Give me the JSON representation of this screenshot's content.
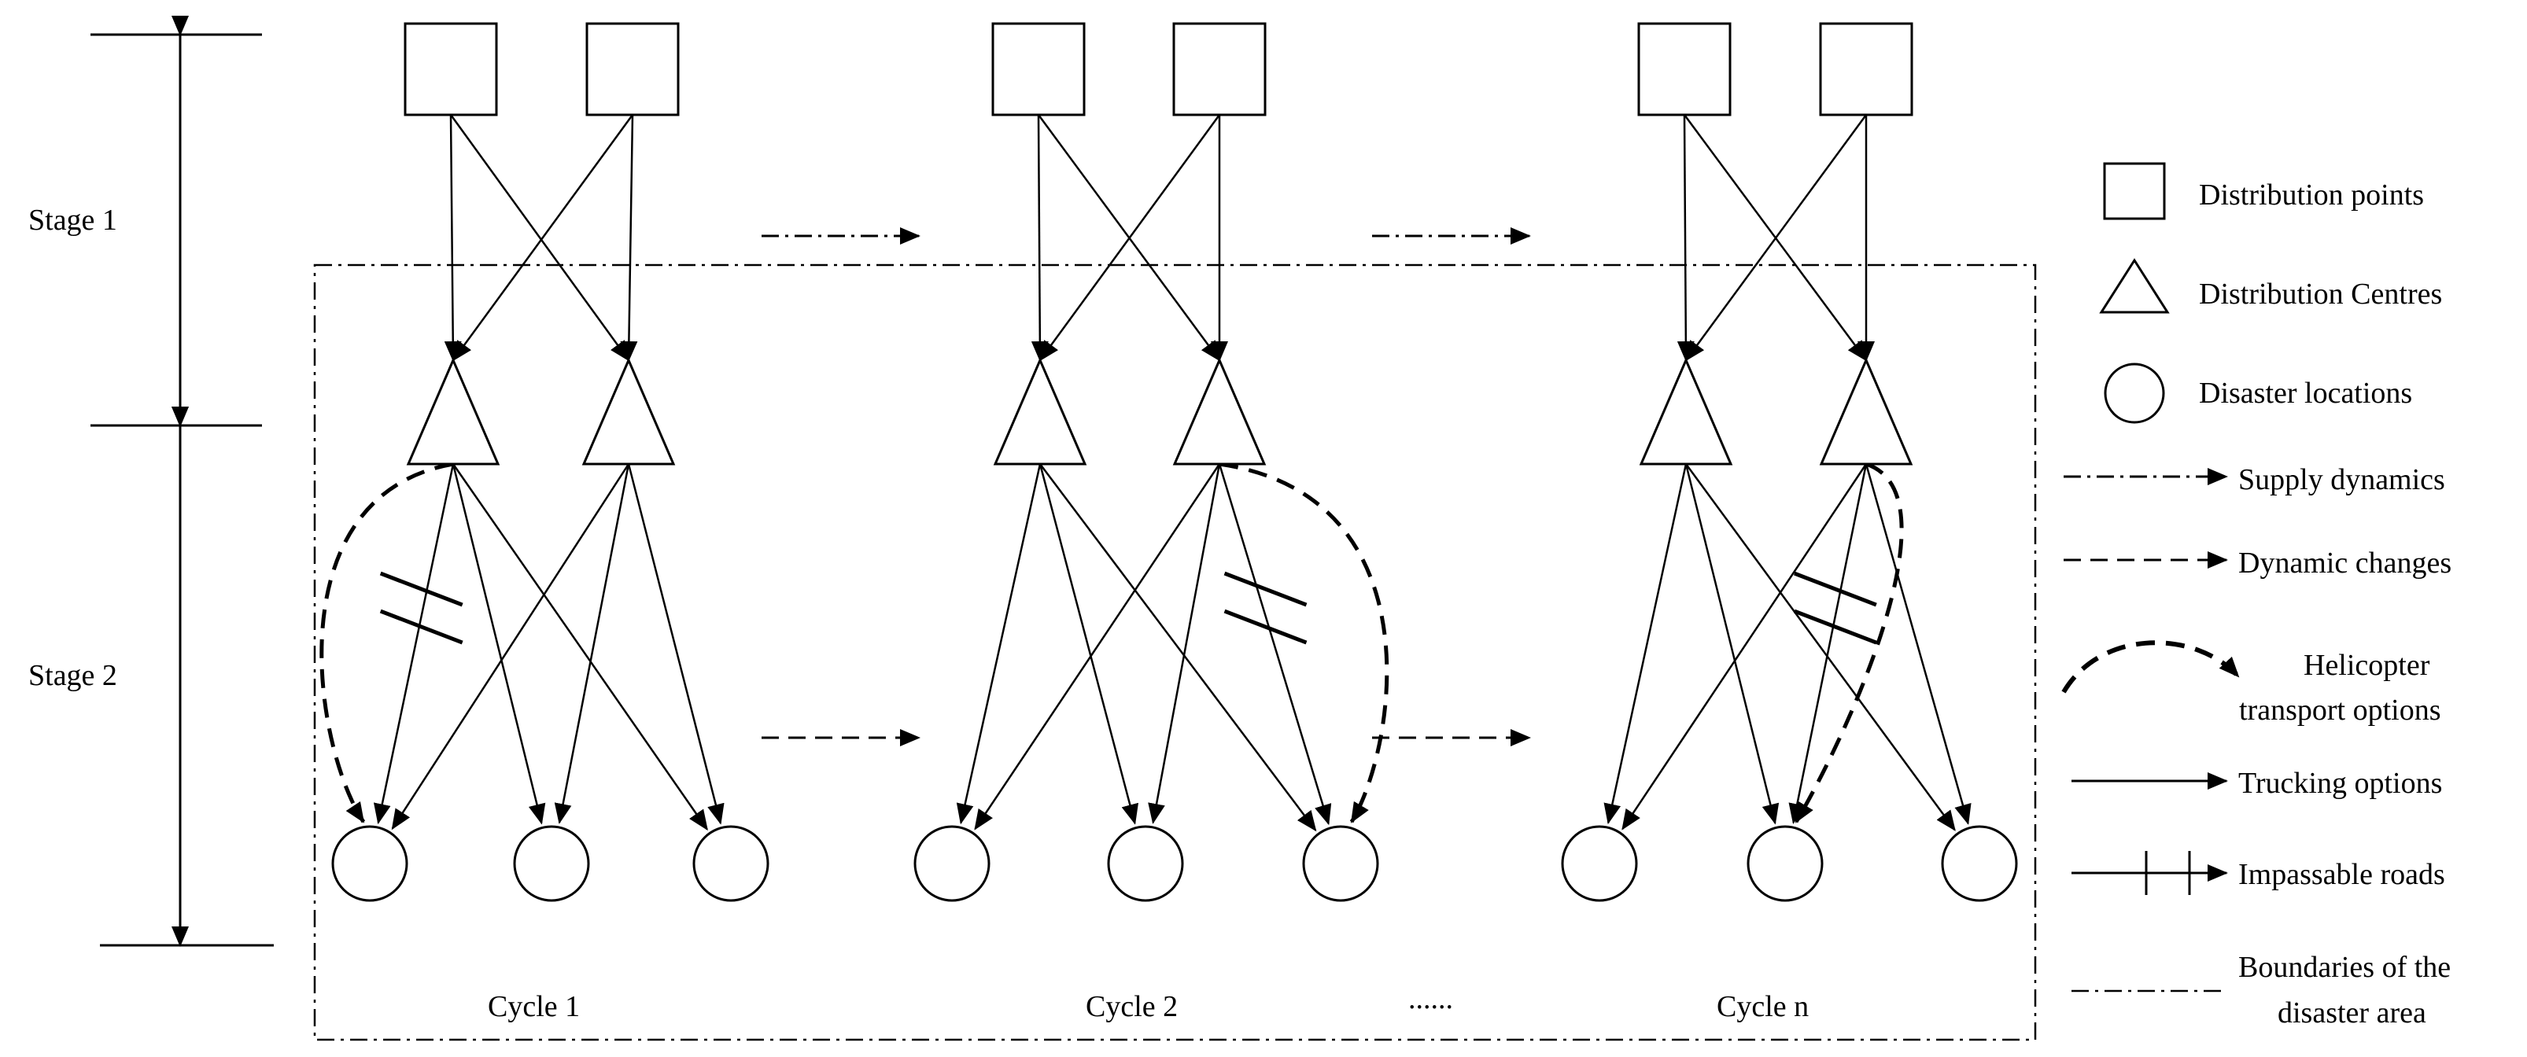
{
  "stages": [
    "Stage 1",
    "Stage 2"
  ],
  "cycles": [
    "Cycle 1",
    "Cycle 2",
    "Cycle n"
  ],
  "ellipsis": "......",
  "legend": {
    "distribution_points": "Distribution points",
    "distribution_centres": "Distribution Centres",
    "disaster_locations": "Disaster locations",
    "supply_dynamics": "Supply dynamics",
    "dynamic_changes": "Dynamic changes",
    "helicopter_line1": "Helicopter",
    "helicopter_line2": "transport options",
    "trucking_options": "Trucking options",
    "impassable_roads": "Impassable roads",
    "boundaries_line1": "Boundaries of the",
    "boundaries_line2": "disaster area"
  }
}
